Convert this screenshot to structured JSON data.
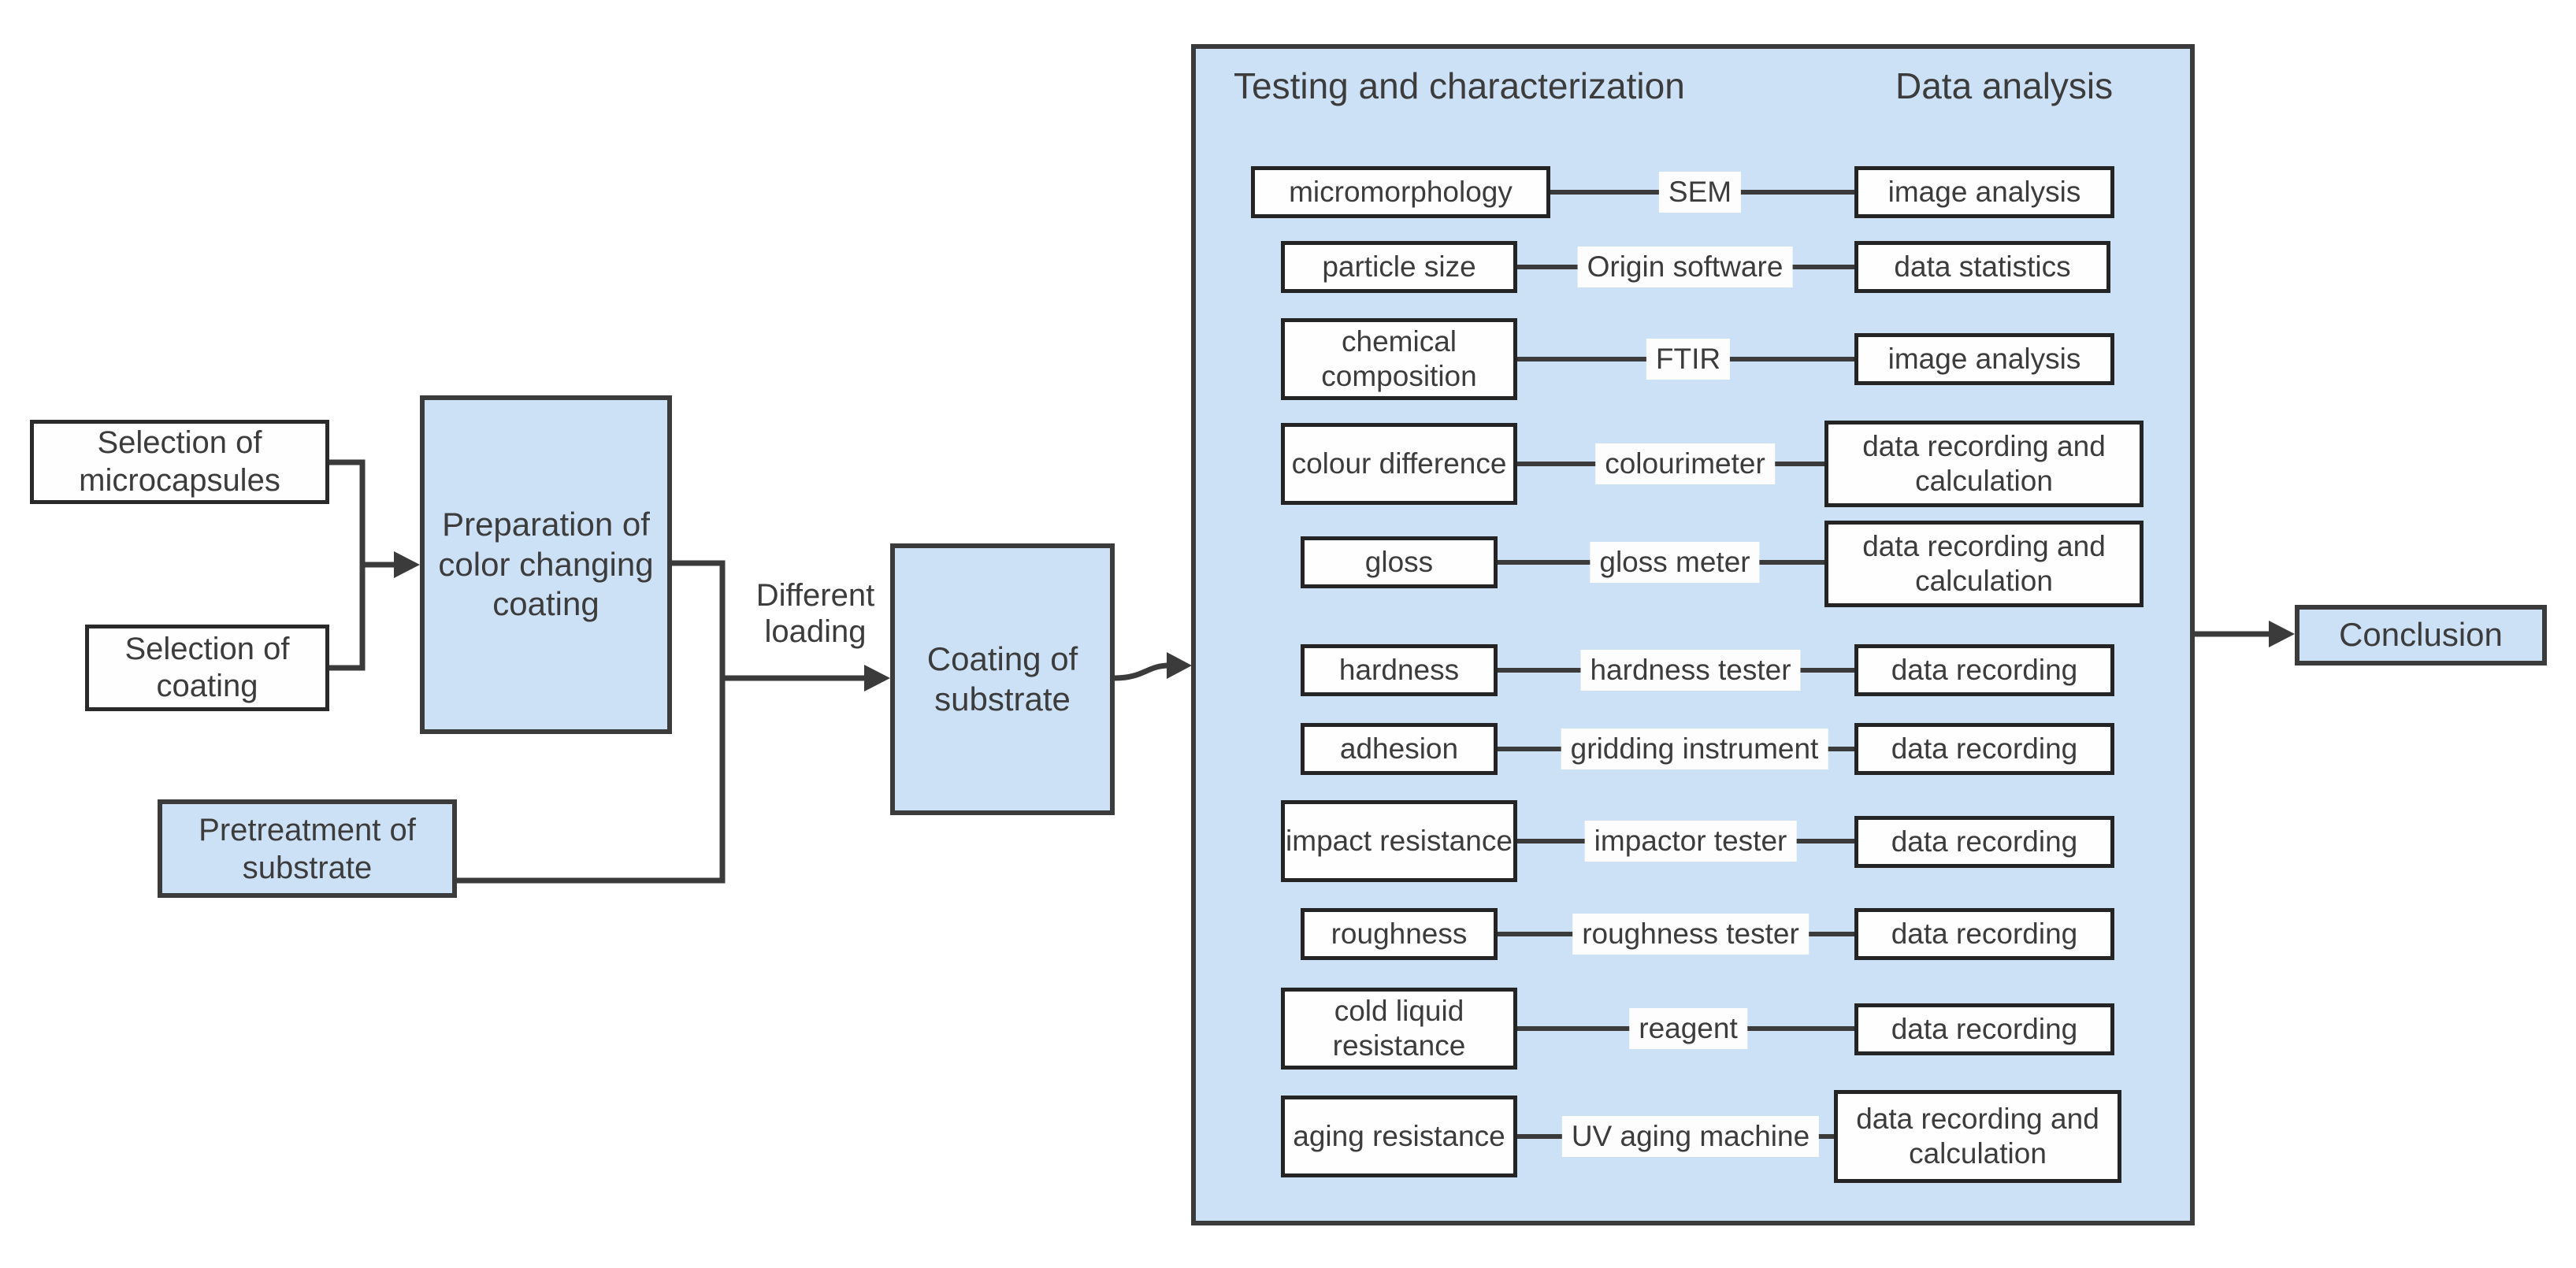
{
  "flow": {
    "selection_microcapsules": "Selection of microcapsules",
    "selection_coating": "Selection of coating",
    "preparation": "Preparation of color changing coating",
    "pretreatment": "Pretreatment of substrate",
    "edge_label": "Different loading",
    "coating_substrate": "Coating of substrate",
    "conclusion": "Conclusion"
  },
  "panel": {
    "title_left": "Testing and characterization",
    "title_right": "Data analysis",
    "rows": [
      {
        "test": "micromorphology",
        "method": "SEM",
        "analysis": "image analysis"
      },
      {
        "test": "particle size",
        "method": "Origin software",
        "analysis": "data statistics"
      },
      {
        "test": "chemical composition",
        "method": "FTIR",
        "analysis": "image analysis"
      },
      {
        "test": "colour difference",
        "method": "colourimeter",
        "analysis": "data recording and calculation"
      },
      {
        "test": "gloss",
        "method": "gloss meter",
        "analysis": "data recording and calculation"
      },
      {
        "test": "hardness",
        "method": "hardness tester",
        "analysis": "data recording"
      },
      {
        "test": "adhesion",
        "method": "gridding instrument",
        "analysis": "data recording"
      },
      {
        "test": "impact resistance",
        "method": "impactor tester",
        "analysis": "data recording"
      },
      {
        "test": "roughness",
        "method": "roughness tester",
        "analysis": "data recording"
      },
      {
        "test": "cold liquid resistance",
        "method": "reagent",
        "analysis": "data recording"
      },
      {
        "test": "aging resistance",
        "method": "UV aging machine",
        "analysis": "data recording and calculation"
      }
    ]
  },
  "colors": {
    "panel_fill": "#cde1f6",
    "box_fill_blue": "#cde1f6",
    "box_fill_white": "#fefefe",
    "border_dark": "#3b3b3b",
    "line": "#3b3b3b",
    "text": "#3c3c3c"
  }
}
